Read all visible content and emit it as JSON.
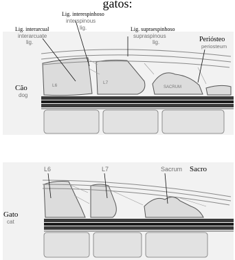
{
  "caption_top": "gatos:",
  "dog_panel": {
    "species_pt": "Cão",
    "species_en": "dog",
    "labels": {
      "interarcual_pt": "Lig. interarcual",
      "interarcuate_en_1": "interarcuate",
      "interarcuate_en_2": "lig.",
      "interespinhoso_pt": "Lig. interespinhoso",
      "interspinous_en_1": "interspinous",
      "interspinous_en_2": "lig.",
      "supraespinhoso_pt": "Lig. supraespinhoso",
      "supraspinous_en_1": "supraspinous",
      "supraspinous_en_2": "lig.",
      "periosteo_pt": "Periósteo",
      "periosteum_en": "periosteum",
      "l6": "L6",
      "l7": "L7",
      "sacrum": "SACRUM"
    }
  },
  "cat_panel": {
    "species_pt": "Gato",
    "species_en": "cat",
    "labels": {
      "l6": "L6",
      "l7": "L7",
      "sacrum_en": "Sacrum",
      "sacro_pt": "Sacro"
    }
  },
  "colors": {
    "bone": "#e4e4e4",
    "ligament": "#cfcfcf",
    "outline": "#555555",
    "cord": "#1a1a1a",
    "label_grey": "#6f6f6f"
  }
}
